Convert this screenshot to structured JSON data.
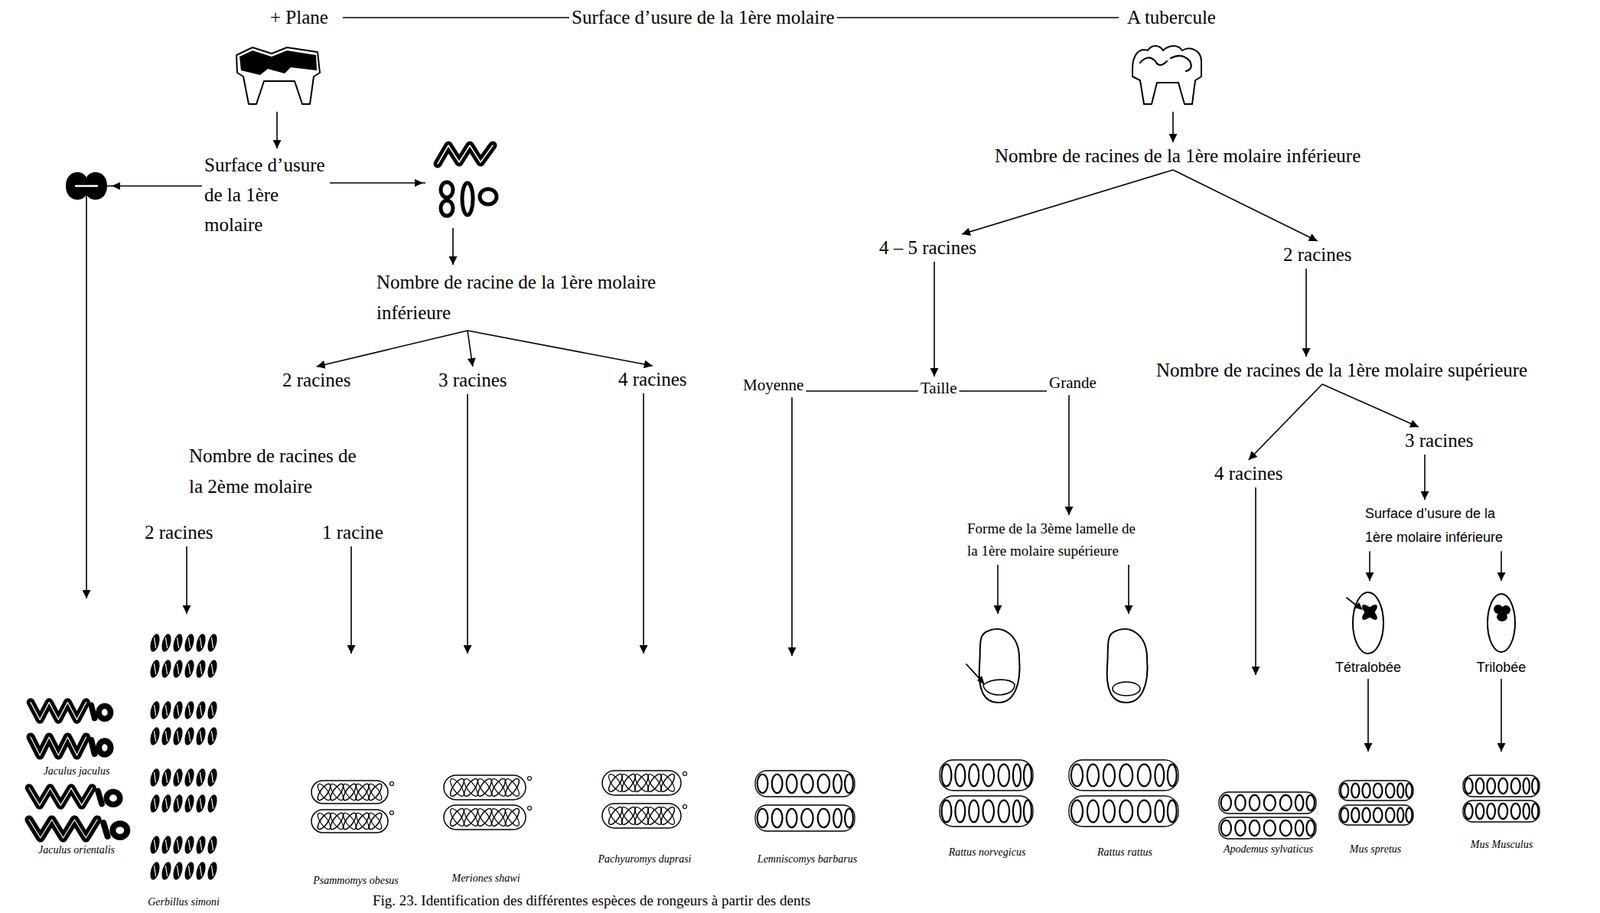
{
  "diagram": {
    "caption": "Fig. 23. Identification des différentes espèces de rongeurs à partir des dents",
    "nodes": [
      {
        "text": [
          "+ Plane"
        ]
      },
      {
        "text": [
          "Surface d’usure de la 1ère molaire"
        ]
      },
      {
        "text": [
          "A tubercule"
        ]
      },
      {
        "text": [
          "Surface d’usure de la 1ère molaire"
        ]
      },
      {
        "text": [
          "Nombre de racine de la 1ère molaire inférieure"
        ]
      },
      {
        "text": [
          "Nombre de racines de la 1ère molaire inférieure"
        ]
      },
      {
        "text": [
          "4 – 5 racines"
        ]
      },
      {
        "text": [
          "2 racines"
        ]
      },
      {
        "text": [
          "2 racines"
        ]
      },
      {
        "text": [
          "3 racines"
        ]
      },
      {
        "text": [
          "4 racines"
        ]
      },
      {
        "text": [
          "Moyenne"
        ]
      },
      {
        "text": [
          "Taille"
        ]
      },
      {
        "text": [
          "Grande"
        ]
      },
      {
        "text": [
          "Nombre de racines de la 1ère molaire supérieure"
        ]
      },
      {
        "text": [
          "3 racines"
        ]
      },
      {
        "text": [
          "Nombre de racines de la 2ème molaire"
        ]
      },
      {
        "text": [
          "4 racines"
        ]
      },
      {
        "text": [
          "Surface d’usure de la 1ère molaire inférieure"
        ]
      },
      {
        "text": [
          "2 racines"
        ]
      },
      {
        "text": [
          "1 racine"
        ]
      },
      {
        "text": [
          "Forme de la 3ème lamelle de la 1ère molaire supérieure"
        ]
      },
      {
        "text": [
          "Tétralobée"
        ]
      },
      {
        "text": [
          "Trilobée"
        ]
      },
      {
        "text": [
          "Jaculus jaculus"
        ]
      },
      {
        "text": [
          "Jaculus orientalis"
        ]
      },
      {
        "text": [
          "Gerbillus simoni"
        ]
      },
      {
        "text": [
          "Psammomys obesus"
        ]
      },
      {
        "text": [
          "Meriones shawi"
        ]
      },
      {
        "text": [
          "Pachyuromys duprasi"
        ]
      },
      {
        "text": [
          "Lemniscomys barbarus"
        ]
      },
      {
        "text": [
          "Rattus norvegicus"
        ]
      },
      {
        "text": [
          "Rattus rattus"
        ]
      },
      {
        "text": [
          "Apodemus sylvaticus"
        ]
      },
      {
        "text": [
          "Mus spretus"
        ]
      },
      {
        "text": [
          "Mus Musculus"
        ]
      }
    ],
    "edges": [
      {
        "from": 0,
        "to": 1,
        "arrow": "none"
      },
      {
        "from": 1,
        "to": 2,
        "arrow": "none"
      },
      {
        "from": 0,
        "to": 3,
        "arrow": "to"
      },
      {
        "from": 3,
        "to": 24,
        "arrow": "to"
      },
      {
        "from": 3,
        "to": 4,
        "arrow": "to"
      },
      {
        "from": 4,
        "to": 8,
        "arrow": "to"
      },
      {
        "from": 4,
        "to": 9,
        "arrow": "to"
      },
      {
        "from": 4,
        "to": 10,
        "arrow": "to"
      },
      {
        "from": 2,
        "to": 5,
        "arrow": "to"
      },
      {
        "from": 5,
        "to": 6,
        "arrow": "to"
      },
      {
        "from": 5,
        "to": 7,
        "arrow": "to"
      },
      {
        "from": 6,
        "to": 12,
        "arrow": "to"
      },
      {
        "from": 12,
        "to": 11,
        "arrow": "none"
      },
      {
        "from": 12,
        "to": 13,
        "arrow": "none"
      },
      {
        "from": 7,
        "to": 14,
        "arrow": "to"
      },
      {
        "from": 14,
        "to": 17,
        "arrow": "to"
      },
      {
        "from": 14,
        "to": 15,
        "arrow": "to"
      },
      {
        "from": 9,
        "to": 28,
        "arrow": "to"
      },
      {
        "from": 10,
        "to": 29,
        "arrow": "to"
      },
      {
        "from": 11,
        "to": 30,
        "arrow": "to"
      },
      {
        "from": 13,
        "to": 21,
        "arrow": "to"
      },
      {
        "from": 15,
        "to": 18,
        "arrow": "to"
      },
      {
        "from": 17,
        "to": 33,
        "arrow": "to"
      },
      {
        "from": 19,
        "to": 26,
        "arrow": "to"
      },
      {
        "from": 20,
        "to": 27,
        "arrow": "to"
      },
      {
        "from": 21,
        "to": 31,
        "arrow": "to"
      },
      {
        "from": 21,
        "to": 32,
        "arrow": "to"
      },
      {
        "from": 18,
        "to": 22,
        "arrow": "to"
      },
      {
        "from": 18,
        "to": 23,
        "arrow": "to"
      },
      {
        "from": 22,
        "to": 34,
        "arrow": "to"
      },
      {
        "from": 23,
        "to": 35,
        "arrow": "to"
      }
    ]
  }
}
